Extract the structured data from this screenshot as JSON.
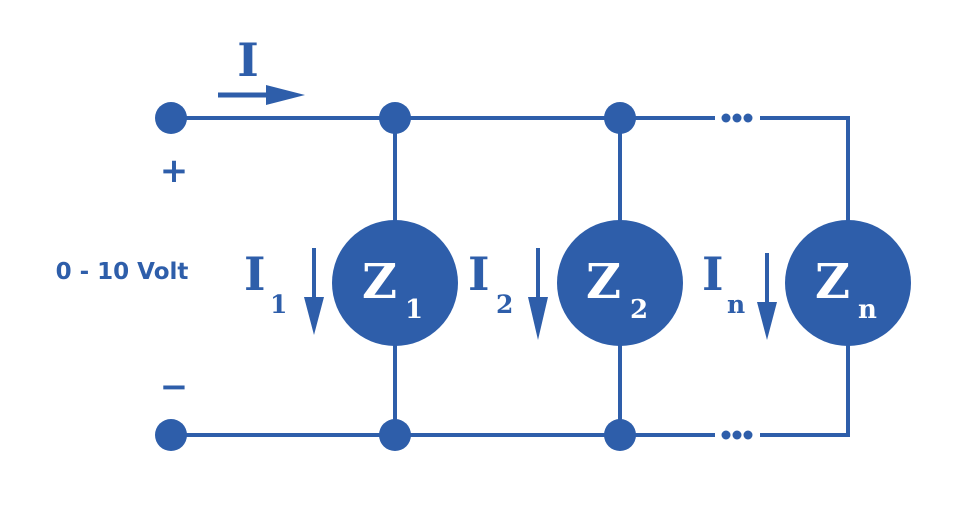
{
  "color": "#2e5eaa",
  "source": {
    "label": "0 - 10 Volt",
    "plus": "+",
    "minus": "−"
  },
  "total_current": {
    "symbol": "I"
  },
  "branches": [
    {
      "current": "I",
      "current_sub": "1",
      "impedance": "Z",
      "impedance_sub": "1"
    },
    {
      "current": "I",
      "current_sub": "2",
      "impedance": "Z",
      "impedance_sub": "2"
    },
    {
      "current": "I",
      "current_sub": "n",
      "impedance": "Z",
      "impedance_sub": "n"
    }
  ]
}
